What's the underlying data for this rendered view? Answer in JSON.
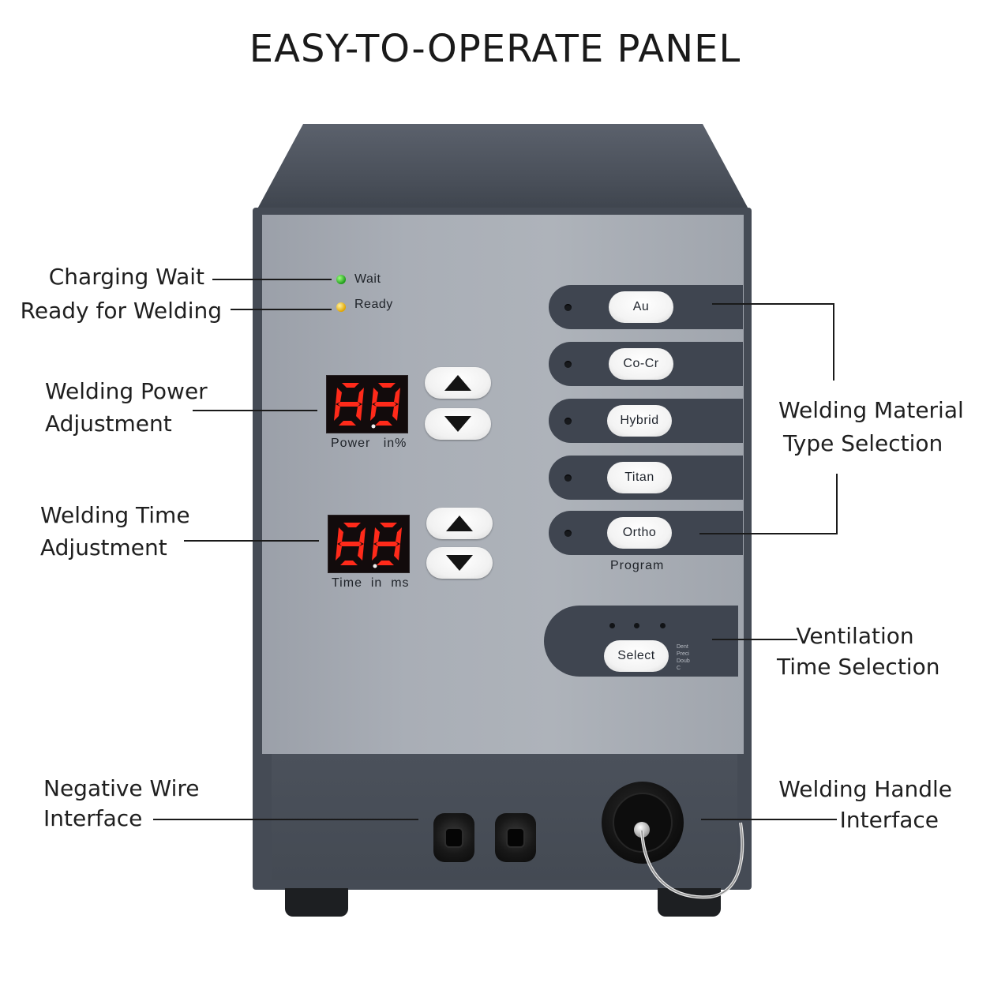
{
  "title": "EASY-TO-OPERATE PANEL",
  "panel": {
    "indicators": [
      {
        "label": "Wait",
        "color": "#2aa81f"
      },
      {
        "label": "Ready",
        "color": "#f0b400"
      }
    ],
    "power_display": {
      "digits": "88",
      "label": "Power   in%"
    },
    "time_display": {
      "digits": "88",
      "label": "Time  in  ms"
    },
    "segment_color": "#ff2a1a",
    "materials": [
      "Au",
      "Co-Cr",
      "Hybrid",
      "Titan",
      "Ortho"
    ],
    "program_label": "Program",
    "select_label": "Select",
    "select_options_tiny": "Dent\nPreci\nDoub\nC"
  },
  "callouts": {
    "charging_wait": "Charging Wait",
    "ready_for_welding": "Ready for Welding",
    "power_adjust": [
      "Welding Power",
      "Adjustment"
    ],
    "time_adjust": [
      "Welding Time",
      "Adjustment"
    ],
    "material_select": [
      "Welding Material",
      "Type Selection"
    ],
    "ventilation": [
      "Ventilation",
      "Time Selection"
    ],
    "negative_wire": [
      "Negative Wire",
      "Interface"
    ],
    "handle_interface": [
      "Welding Handle",
      "Interface"
    ]
  }
}
